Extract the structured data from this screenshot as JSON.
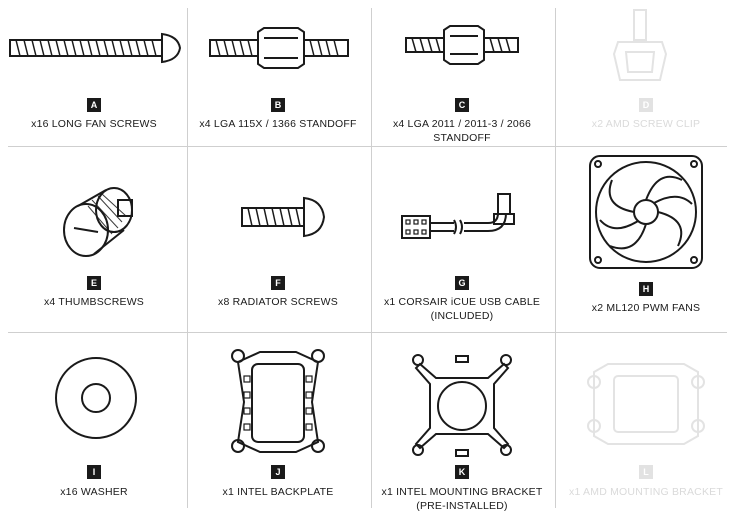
{
  "items": [
    {
      "letter": "A",
      "caption": "x16 LONG FAN SCREWS",
      "icon": "long-fan-screw-icon",
      "enabled": true
    },
    {
      "letter": "B",
      "caption": "x4 LGA 115X / 1366 STANDOFF",
      "icon": "standoff-icon",
      "enabled": true
    },
    {
      "letter": "C",
      "caption": "x4 LGA 2011 / 2011-3 / 2066 STANDOFF",
      "icon": "standoff-icon",
      "enabled": true
    },
    {
      "letter": "D",
      "caption": "x2 AMD SCREW CLIP",
      "icon": "amd-screw-clip-icon",
      "enabled": false
    },
    {
      "letter": "E",
      "caption": "x4 THUMBSCREWS",
      "icon": "thumbscrew-icon",
      "enabled": true
    },
    {
      "letter": "F",
      "caption": "x8 RADIATOR SCREWS",
      "icon": "radiator-screw-icon",
      "enabled": true
    },
    {
      "letter": "G",
      "caption": "x1 CORSAIR iCUE USB CABLE (INCLUDED)",
      "icon": "usb-cable-icon",
      "enabled": true
    },
    {
      "letter": "H",
      "caption": "x2 ML120 PWM FANS",
      "icon": "fan-icon",
      "enabled": true
    },
    {
      "letter": "I",
      "caption": "x16 WASHER",
      "icon": "washer-icon",
      "enabled": true
    },
    {
      "letter": "J",
      "caption": "x1 INTEL BACKPLATE",
      "icon": "backplate-icon",
      "enabled": true
    },
    {
      "letter": "K",
      "caption": "x1 INTEL MOUNTING BRACKET (PRE-INSTALLED)",
      "icon": "mounting-bracket-icon",
      "enabled": true
    },
    {
      "letter": "L",
      "caption": "x1 AMD MOUNTING BRACKET",
      "icon": "amd-bracket-icon",
      "enabled": false
    }
  ],
  "colors": {
    "ink": "#1a1a1a",
    "divider": "#cfcfcf",
    "disabled": "#e2e2e2"
  }
}
